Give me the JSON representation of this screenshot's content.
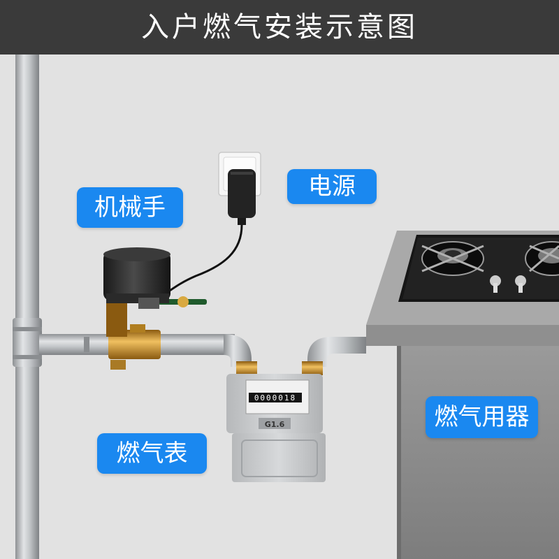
{
  "title": "入户燃气安装示意图",
  "labels": {
    "actuator": "机械手",
    "power": "电源",
    "meter": "燃气表",
    "appliance": "燃气用器"
  },
  "meter_text": {
    "model": "G1.6",
    "reading": "0000018"
  },
  "colors": {
    "accent": "#1a88f0",
    "title_bar": "#3a3a3a",
    "wall": "#e3e3e3",
    "pipe": "#b9bcbf",
    "brass": "#c8922a"
  }
}
